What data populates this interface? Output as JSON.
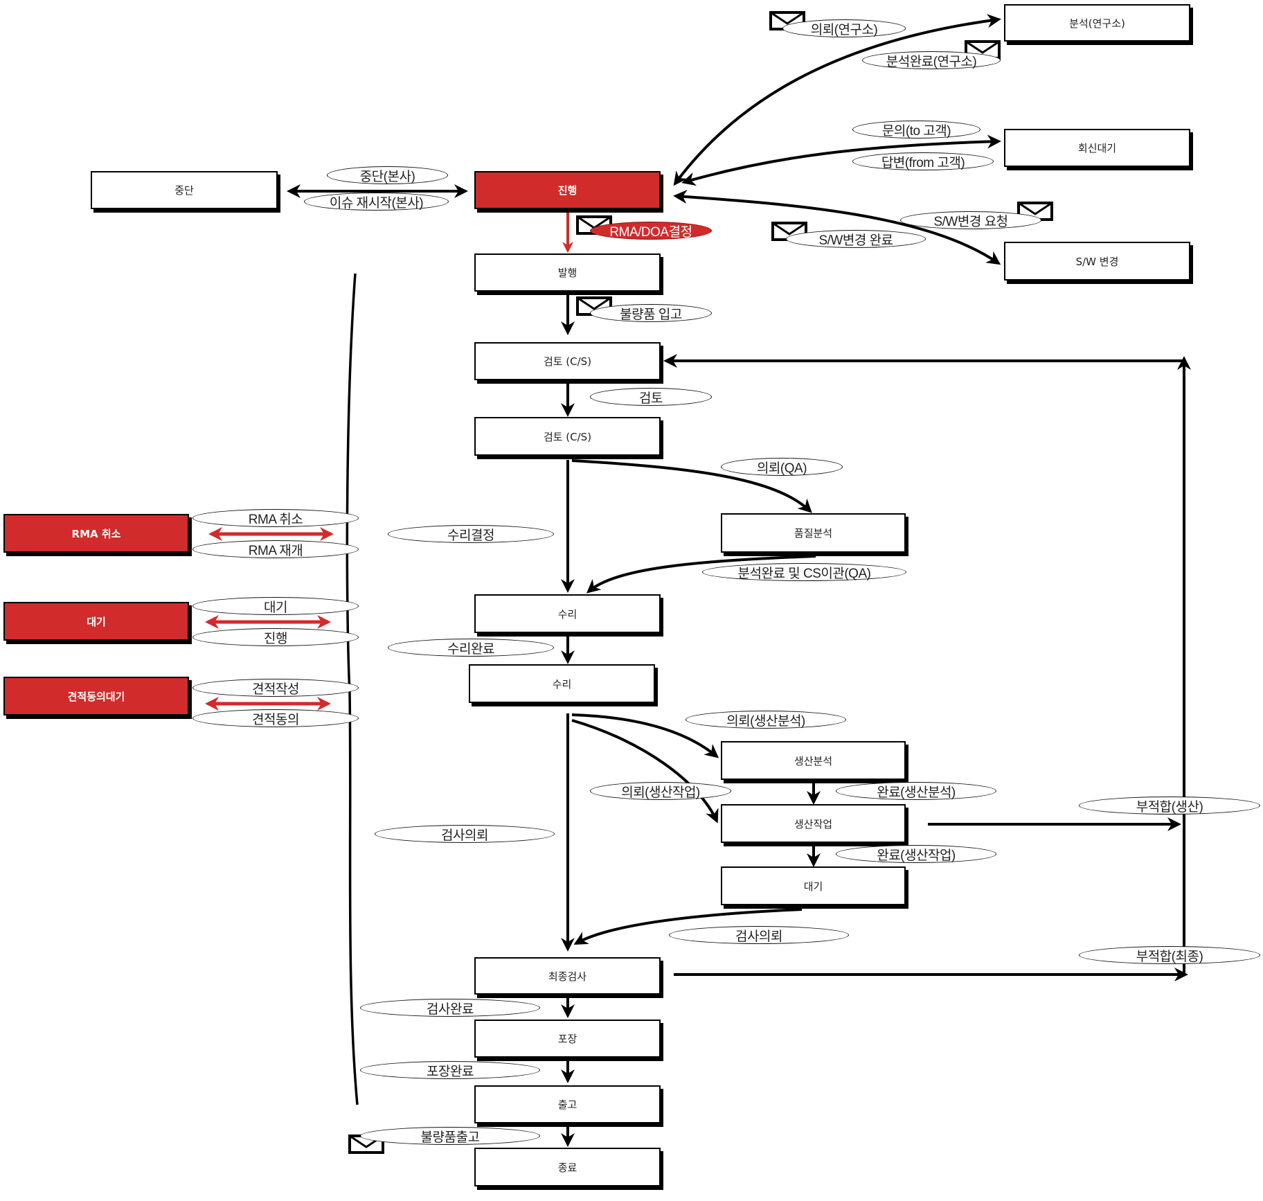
{
  "colors": {
    "accent_red": "#d12b2b",
    "line": "#000000",
    "box_fill": "#ffffff"
  },
  "nodes": {
    "stop": "중단",
    "progress": "진행",
    "issue": "발행",
    "review1": "검토 (C/S)",
    "review2": "검토 (C/S)",
    "quality_analysis": "품질분석",
    "repair1": "수리",
    "repair2": "수리",
    "production_analysis": "생산분석",
    "production_work": "생산작업",
    "wait_right": "대기",
    "final_inspection": "최종검사",
    "packing": "포장",
    "shipping": "출고",
    "end": "종료",
    "lab_analysis": "분석(연구소)",
    "reply_wait": "회신대기",
    "sw_change": "S/W 변경",
    "rma_cancel": "RMA 취소",
    "wait_left": "대기",
    "quote_wait": "견적동의대기"
  },
  "labels": {
    "stop_hq": "중단(본사)",
    "issue_restart_hq": "이슈 재시작(본사)",
    "rma_doa": "RMA/DOA결정",
    "defect_receipt": "불량품 입고",
    "review": "검토",
    "request_qa": "의뢰(QA)",
    "repair_decision": "수리결정",
    "qa_done": "분석완료 및 CS이관(QA)",
    "repair_done": "수리완료",
    "request_prod_analysis": "의뢰(생산분석)",
    "request_prod_work": "의뢰(생산작업)",
    "done_prod_analysis": "완료(생산분석)",
    "done_prod_work": "완료(생산작업)",
    "inspection_request_left": "검사의뢰",
    "inspection_request_right": "검사의뢰",
    "nonconform_prod": "부적합(생산)",
    "nonconform_final": "부적합(최종)",
    "inspection_done": "검사완료",
    "packing_done": "포장완료",
    "defect_ship": "불량품출고",
    "request_lab": "의뢰(연구소)",
    "lab_done": "분석완료(연구소)",
    "inquiry_customer": "문의(to 고객)",
    "answer_customer": "답변(from 고객)",
    "sw_change_request": "S/W변경 요청",
    "sw_change_done": "S/W변경 완료",
    "rma_cancel_label": "RMA 취소",
    "rma_resume": "RMA 재개",
    "wait_label": "대기",
    "progress_label": "진행",
    "quote_write": "견적작성",
    "quote_agree": "견적동의"
  },
  "icons": {
    "mail": "envelope-icon"
  }
}
